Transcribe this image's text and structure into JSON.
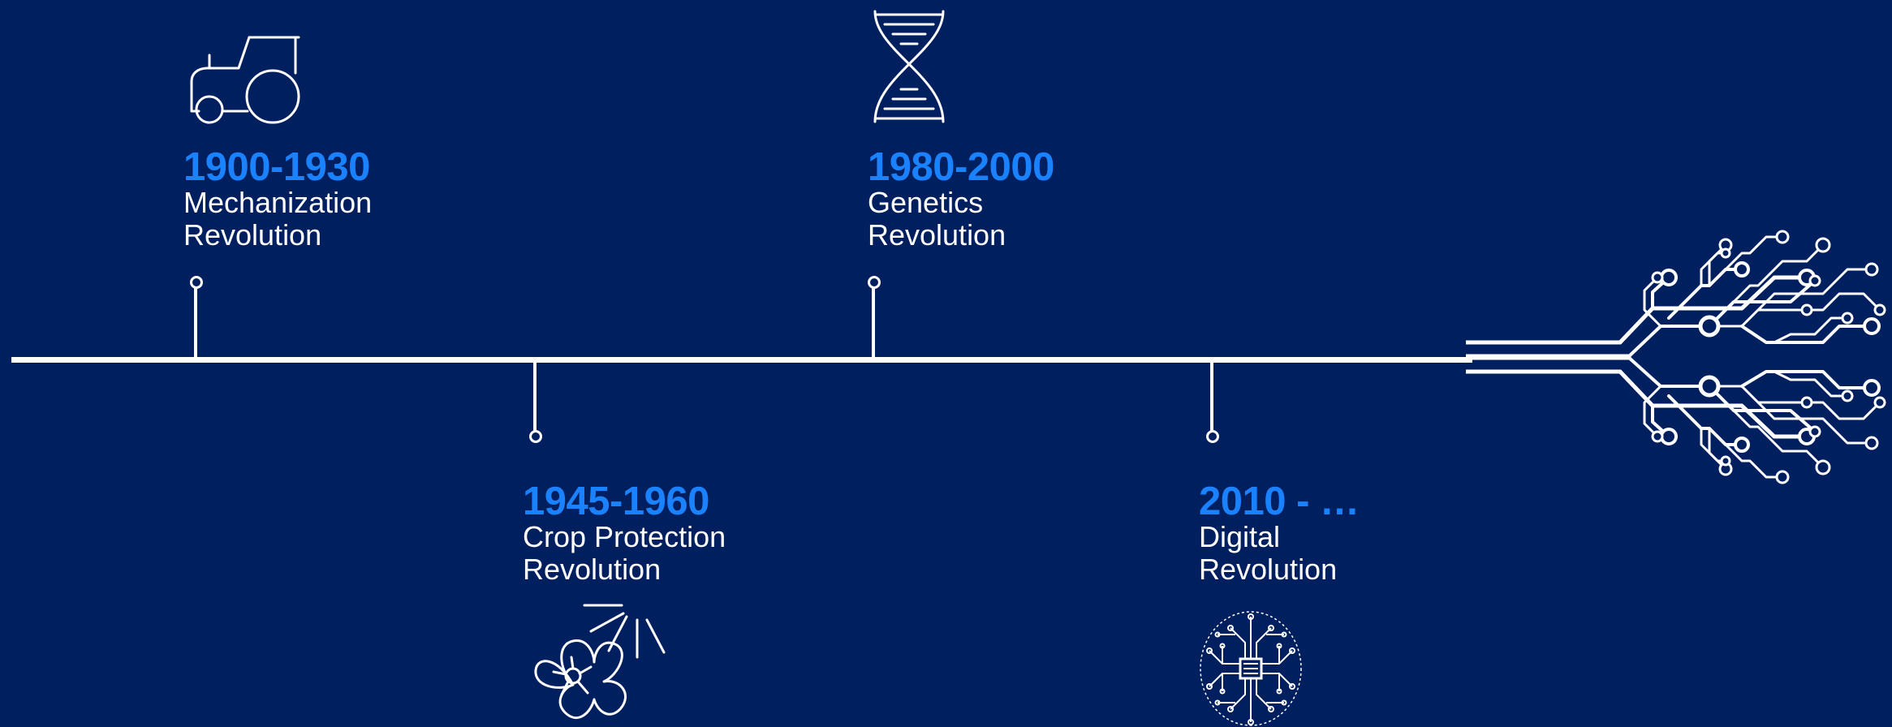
{
  "colors": {
    "background": "#001f5f",
    "accent": "#1a82ff",
    "line": "#ffffff",
    "text": "#ffffff"
  },
  "timeline": [
    {
      "id": "mechanization",
      "years": "1900-1930",
      "line1": "Mechanization",
      "line2": "Revolution",
      "icon": "tractor-icon"
    },
    {
      "id": "crop-protection",
      "years": "1945-1960",
      "line1": "Crop Protection",
      "line2": "Revolution",
      "icon": "flower-sun-icon"
    },
    {
      "id": "genetics",
      "years": "1980-2000",
      "line1": "Genetics",
      "line2": "Revolution",
      "icon": "dna-icon"
    },
    {
      "id": "digital",
      "years": "2010 - …",
      "line1": "Digital",
      "line2": "Revolution",
      "icon": "circuit-brain-icon"
    }
  ],
  "end_graphic": {
    "icon": "circuit-tree-icon"
  }
}
